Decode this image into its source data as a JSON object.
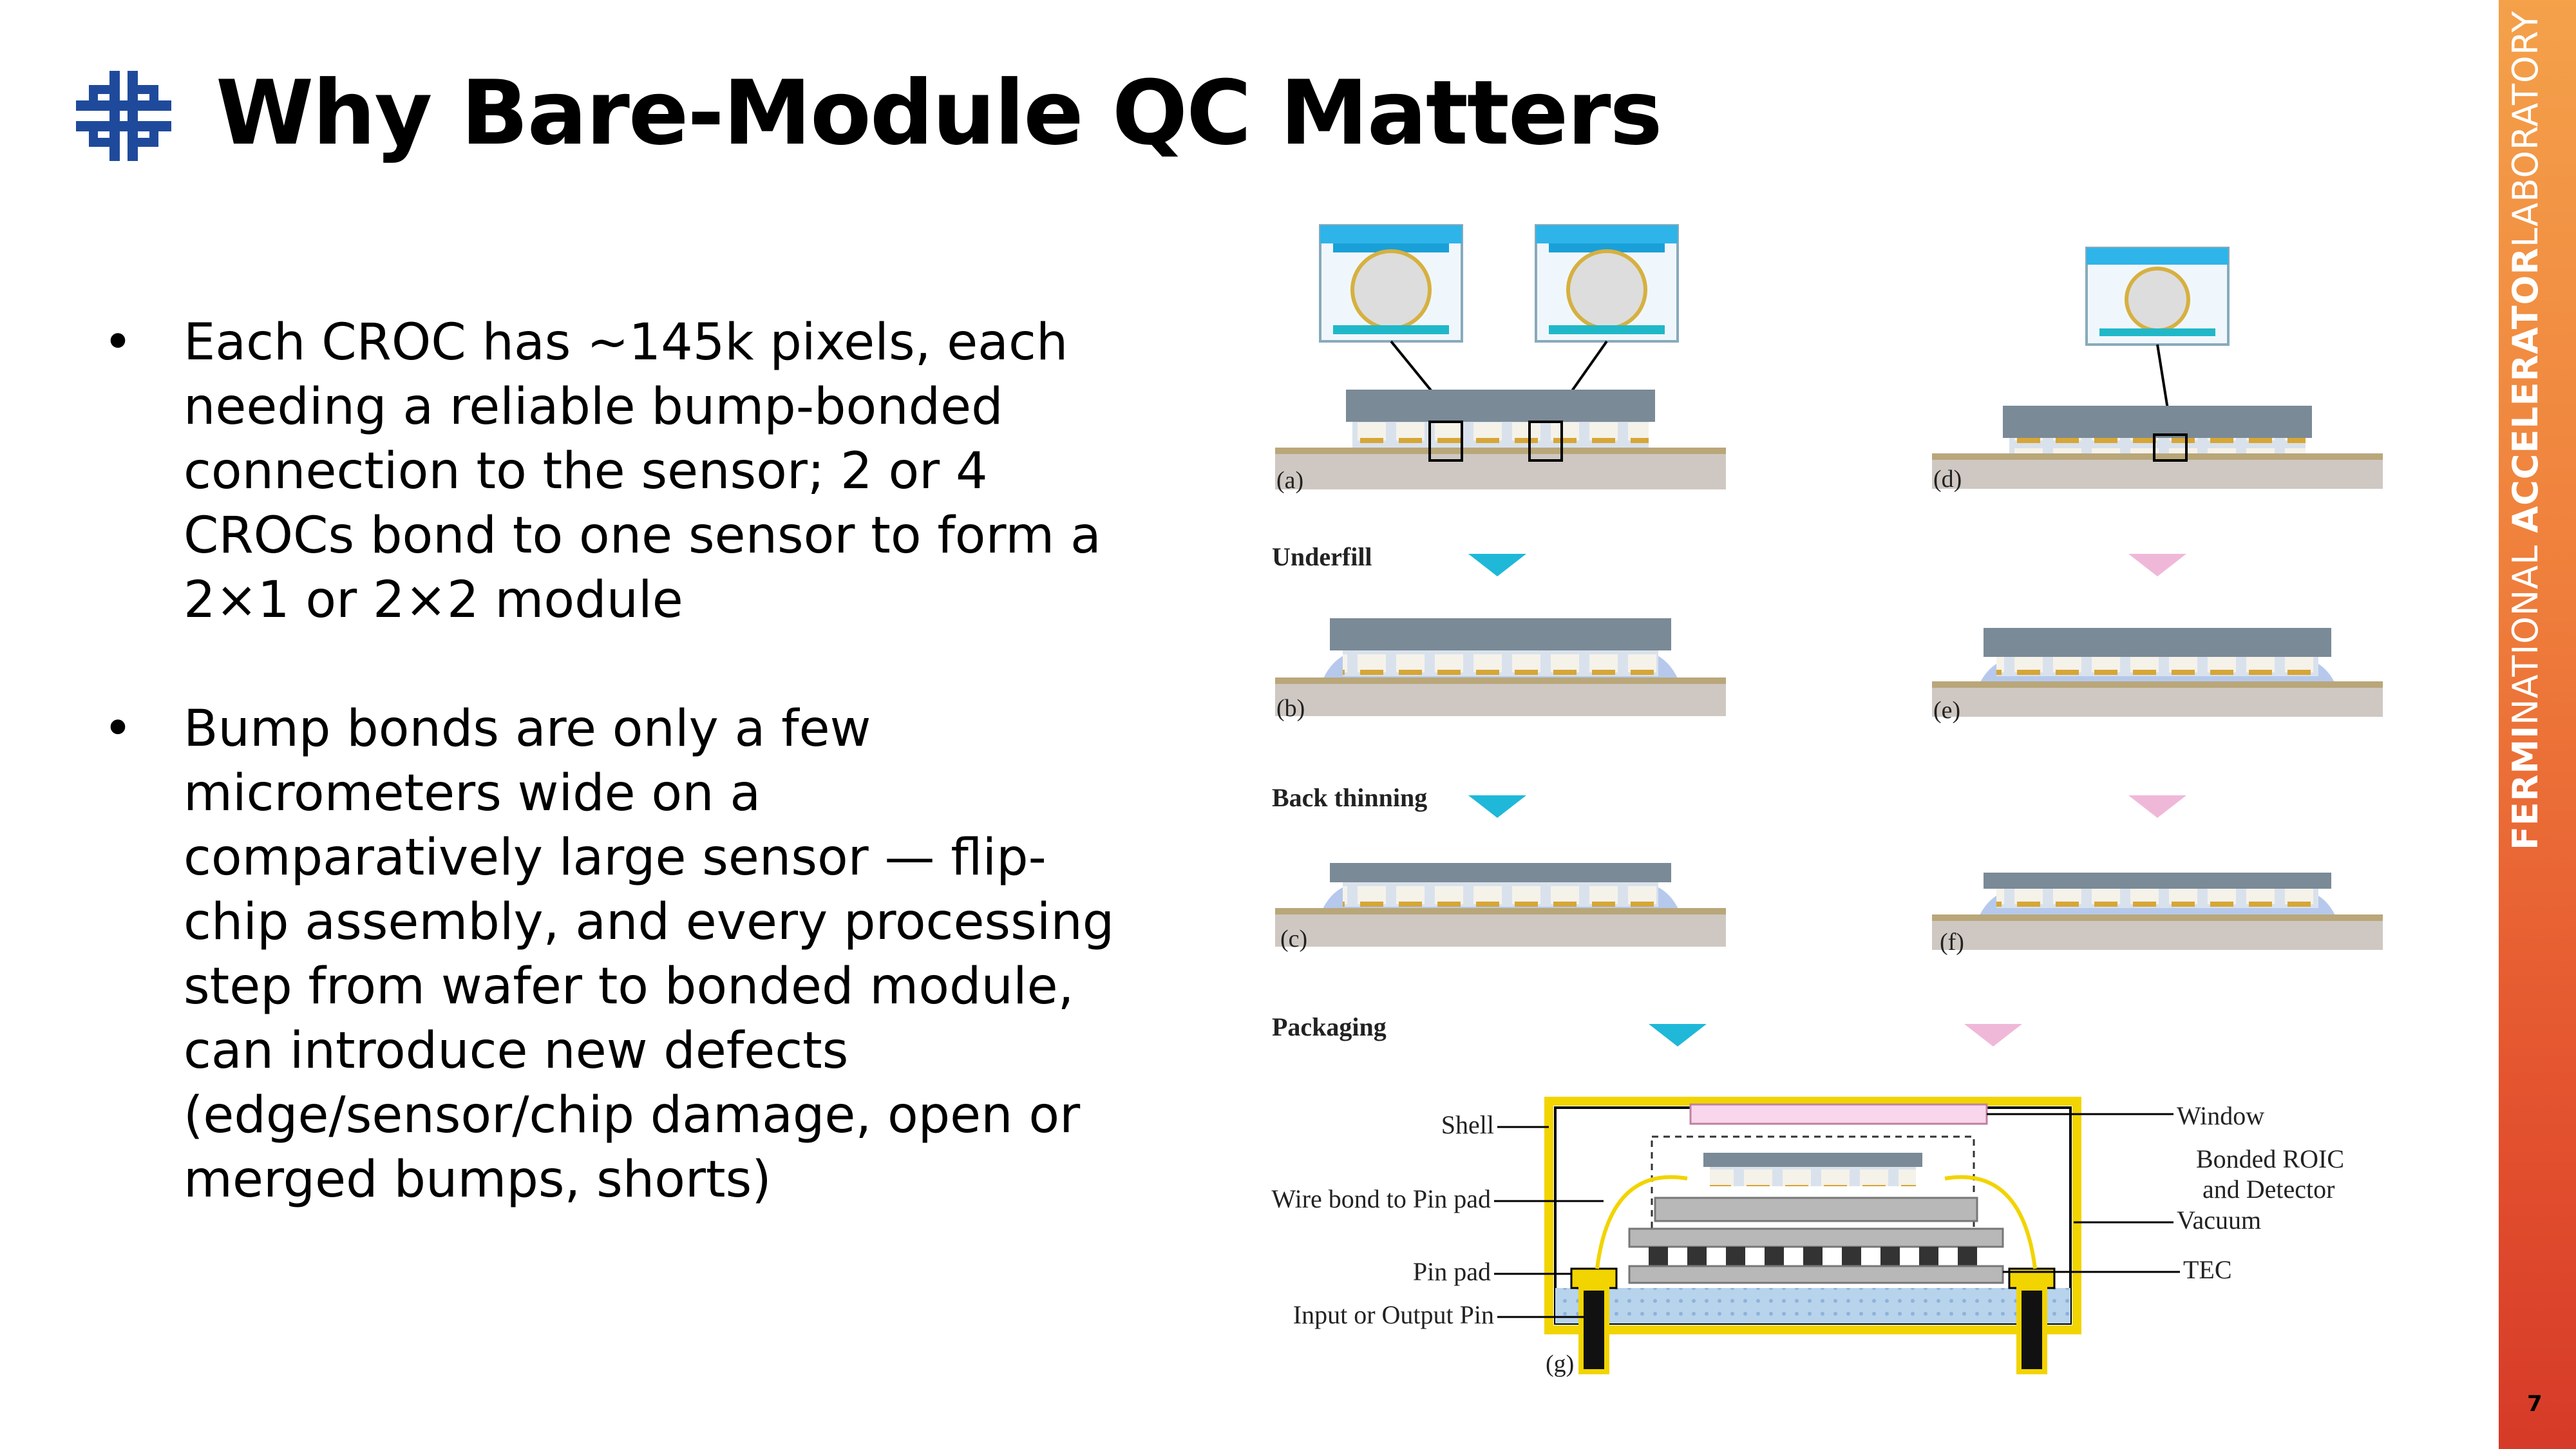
{
  "slide": {
    "title": "Why Bare-Module QC Matters",
    "page_number": "7",
    "brand": {
      "strong": "FERMI",
      "light1": "NATIONAL ",
      "strong2": "ACCELERATOR",
      "light2": "LABORATORY"
    },
    "colors": {
      "logo": "#1f4a9c",
      "accent_top": "#f4a14a",
      "accent_bottom": "#d63a28"
    }
  },
  "bullets": [
    {
      "marker": "•",
      "text": "Each CROC has ~145k pixels, each needing a reliable bump-bonded connection to the sensor; 2 or 4 CROCs bond to one sensor to form a 2×1 or 2×2 module"
    },
    {
      "marker": "•",
      "text": "Bump bonds are only a few micrometers wide on a comparatively large sensor — flip-chip assembly, and every processing step from wafer to bonded module, can introduce new defects (edge/sensor/chip damage, open or merged bumps, shorts)"
    }
  ],
  "figure": {
    "panels": [
      "(a)",
      "(b)",
      "(c)",
      "(d)",
      "(e)",
      "(f)",
      "(g)"
    ],
    "steps": [
      "Underfill",
      "Back thinning",
      "Packaging"
    ],
    "labels_left": [
      "Shell",
      "Wire bond to Pin pad",
      "Pin pad",
      "Input or Output Pin"
    ],
    "labels_right": [
      "Window",
      "Bonded ROIC",
      "and Detector",
      "Vacuum",
      "TEC"
    ]
  }
}
